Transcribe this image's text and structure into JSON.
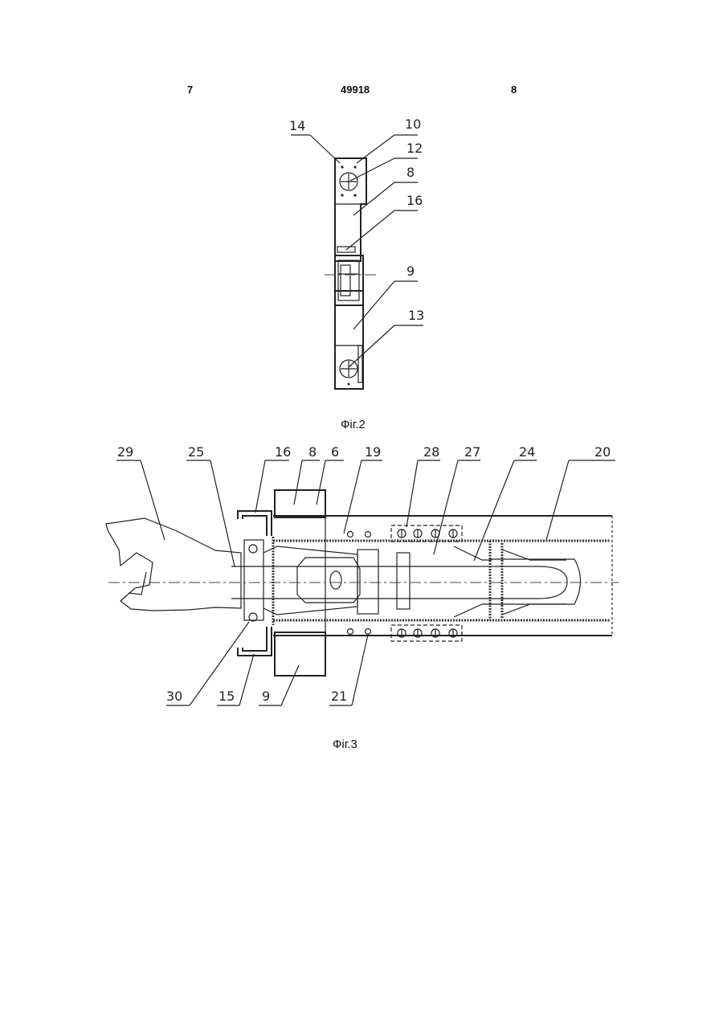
{
  "header": {
    "page_left": "7",
    "patent_number": "49918",
    "page_right": "8"
  },
  "figures": {
    "fig2": {
      "caption": "Фіг.2",
      "labels": {
        "l14": "14",
        "l10": "10",
        "l12": "12",
        "l8": "8",
        "l16": "16",
        "l9": "9",
        "l13": "13"
      }
    },
    "fig3": {
      "caption": "Фіг.3",
      "labels": {
        "l29": "29",
        "l25": "25",
        "l16": "16",
        "l8": "8",
        "l6": "6",
        "l19": "19",
        "l28": "28",
        "l27": "27",
        "l24": "24",
        "l20": "20",
        "l30": "30",
        "l15": "15",
        "l9": "9",
        "l21": "21"
      }
    }
  }
}
